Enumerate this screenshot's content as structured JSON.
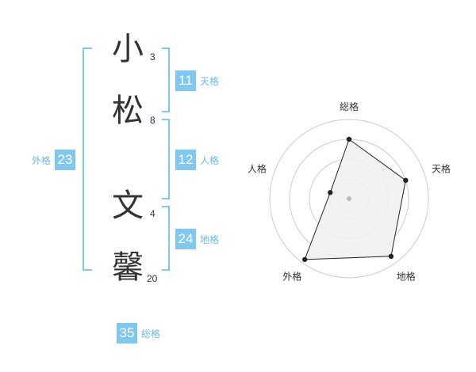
{
  "name": {
    "chars": [
      {
        "char": "小",
        "strokes": "3"
      },
      {
        "char": "松",
        "strokes": "8"
      },
      {
        "char": "文",
        "strokes": "4"
      },
      {
        "char": "馨",
        "strokes": "20"
      }
    ]
  },
  "fortunes": {
    "tenkaku": {
      "value": "11",
      "label": "天格"
    },
    "jinkaku": {
      "value": "12",
      "label": "人格"
    },
    "chikaku": {
      "value": "24",
      "label": "地格"
    },
    "gaikaku": {
      "value": "23",
      "label": "外格"
    },
    "soukaku": {
      "value": "35",
      "label": "総格"
    }
  },
  "radar": {
    "axes": [
      "総格",
      "天格",
      "地格",
      "外格",
      "人格"
    ],
    "values": [
      0.75,
      0.75,
      0.9,
      0.95,
      0.25
    ],
    "rings": 4,
    "colors": {
      "grid": "#cccccc",
      "fill": "#f0f0f0",
      "line": "#222222",
      "center": "#bbbbbb"
    }
  }
}
